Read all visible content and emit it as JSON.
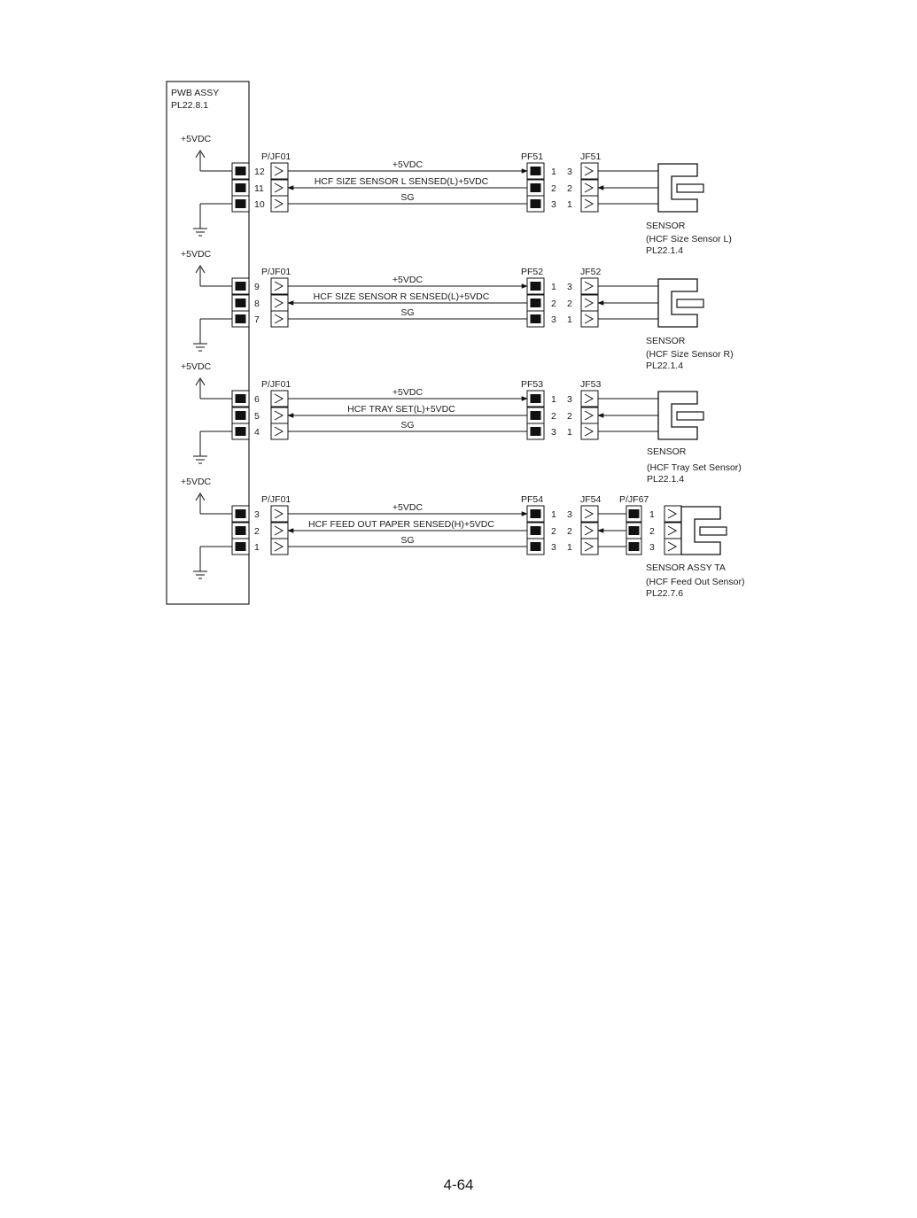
{
  "pwb": {
    "title": "PWB ASSY",
    "ref": "PL22.8.1"
  },
  "sections": [
    {
      "supply": "+5VDC",
      "board_connector": "P/JF01",
      "mid_plug": "PF51",
      "mid_jack": "JF51",
      "board_pins": [
        "12",
        "11",
        "10"
      ],
      "mid_plug_pins": [
        "1",
        "2",
        "3"
      ],
      "mid_jack_pins": [
        "3",
        "2",
        "1"
      ],
      "extra_connector": "",
      "extra_pins": [],
      "signals": [
        "+5VDC",
        "HCF SIZE SENSOR L SENSED(L)+5VDC",
        "SG"
      ],
      "sensor": [
        "SENSOR",
        "(HCF Size Sensor L)",
        "PL22.1.4"
      ]
    },
    {
      "supply": "+5VDC",
      "board_connector": "P/JF01",
      "mid_plug": "PF52",
      "mid_jack": "JF52",
      "board_pins": [
        "9",
        "8",
        "7"
      ],
      "mid_plug_pins": [
        "1",
        "2",
        "3"
      ],
      "mid_jack_pins": [
        "3",
        "2",
        "1"
      ],
      "extra_connector": "",
      "extra_pins": [],
      "signals": [
        "+5VDC",
        "HCF SIZE SENSOR R SENSED(L)+5VDC",
        "SG"
      ],
      "sensor": [
        "SENSOR",
        "(HCF Size Sensor R)",
        "PL22.1.4"
      ]
    },
    {
      "supply": "+5VDC",
      "board_connector": "P/JF01",
      "mid_plug": "PF53",
      "mid_jack": "JF53",
      "board_pins": [
        "6",
        "5",
        "4"
      ],
      "mid_plug_pins": [
        "1",
        "2",
        "3"
      ],
      "mid_jack_pins": [
        "3",
        "2",
        "1"
      ],
      "extra_connector": "",
      "extra_pins": [],
      "signals": [
        "+5VDC",
        "HCF TRAY SET(L)+5VDC",
        "SG"
      ],
      "sensor": [
        "SENSOR",
        "(HCF Tray Set Sensor)",
        "PL22.1.4"
      ]
    },
    {
      "supply": "+5VDC",
      "board_connector": "P/JF01",
      "mid_plug": "PF54",
      "mid_jack": "JF54",
      "board_pins": [
        "3",
        "2",
        "1"
      ],
      "mid_plug_pins": [
        "1",
        "2",
        "3"
      ],
      "mid_jack_pins": [
        "3",
        "2",
        "1"
      ],
      "extra_connector": "P/JF67",
      "extra_pins": [
        "1",
        "2",
        "3"
      ],
      "signals": [
        "+5VDC",
        "HCF FEED OUT PAPER SENSED(H)+5VDC",
        "SG"
      ],
      "sensor": [
        "SENSOR ASSY TA",
        "(HCF Feed Out Sensor)",
        "PL22.7.6"
      ]
    }
  ],
  "page_number": "4-64"
}
